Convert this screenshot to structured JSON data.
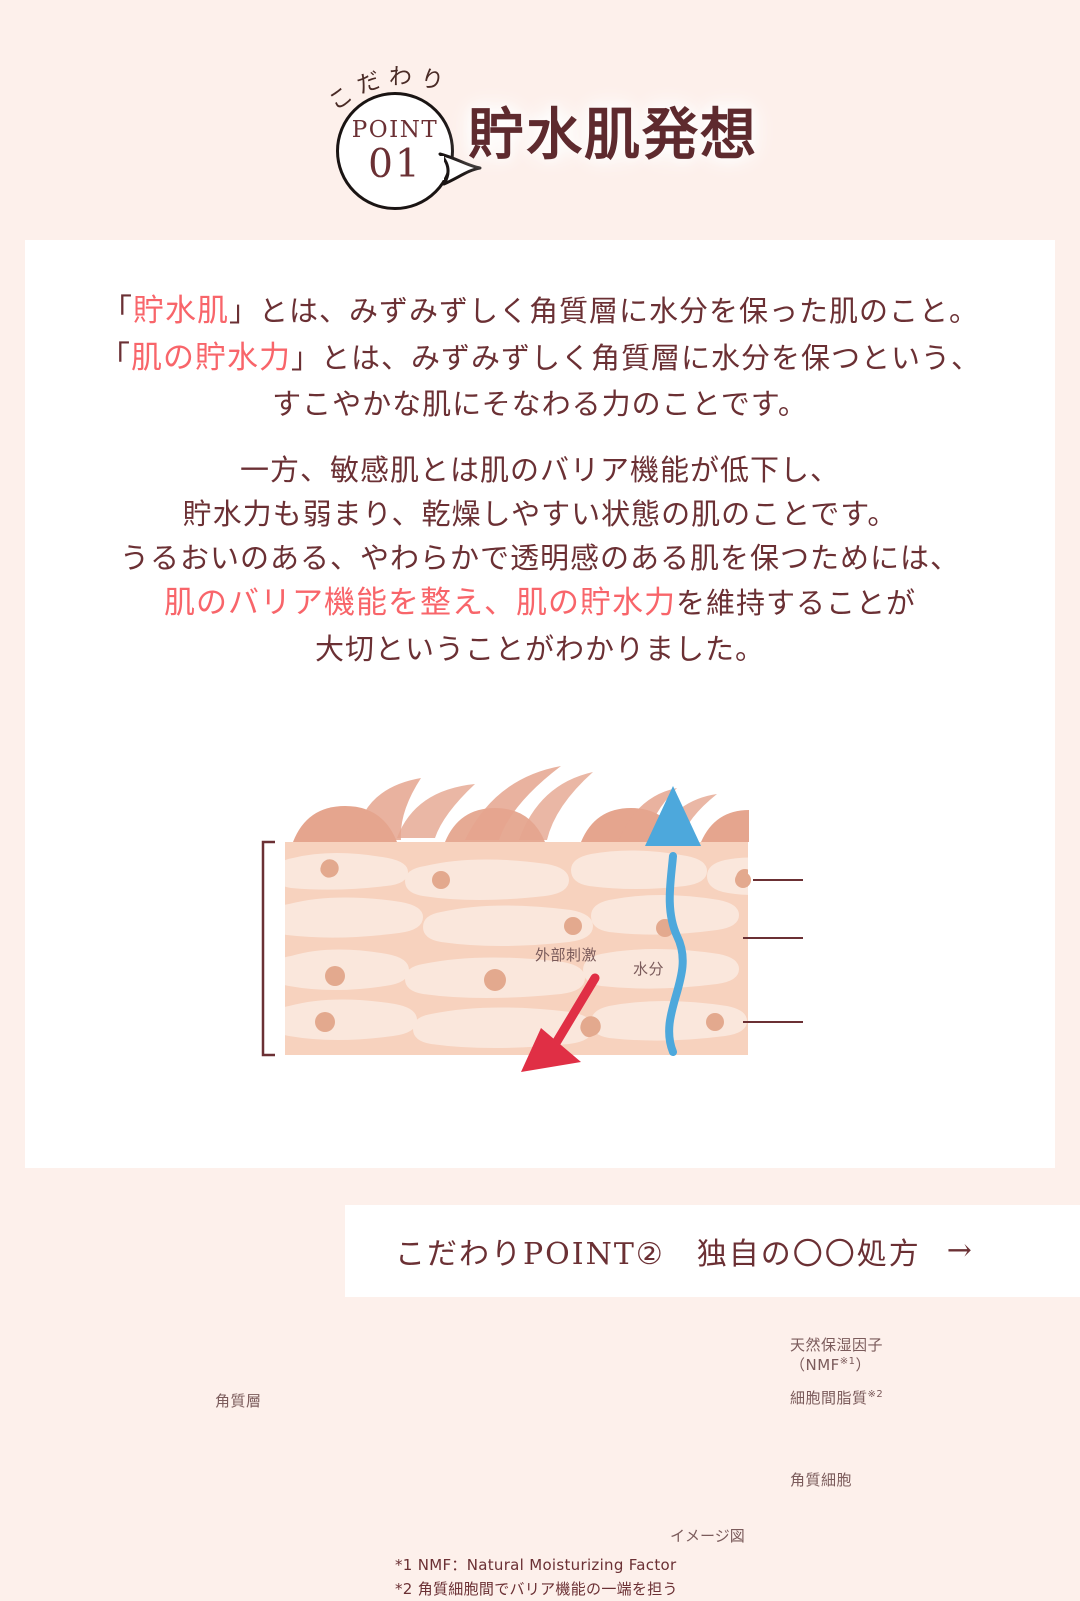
{
  "header": {
    "kodawari_label": "こだわり",
    "badge_point": "POINT",
    "badge_number": "01",
    "title": "貯水肌発想"
  },
  "colors": {
    "page_background": "#FDF0EB",
    "card_background": "#FFFFFF",
    "text_maroon": "#6B3034",
    "title_maroon": "#5E2A2E",
    "accent_pink": "#F8656A",
    "label_gray": "#7B5B5B",
    "skin_base": "#F7D2BE",
    "cell_fill": "#FAE7DC",
    "nmf_dot": "#E3A98E",
    "surface_bump": "#E5A58E",
    "water_arrow_blue": "#4DA8DC",
    "stimulus_arrow_red": "#E02F45"
  },
  "body": {
    "paragraph1": {
      "line1_pre": "「",
      "line1_hl": "貯水肌",
      "line1_post": "」とは、みずみずしく角質層に水分を保った肌のこと。",
      "line2_pre": "「",
      "line2_hl": "肌の貯水力",
      "line2_post": "」とは、みずみずしく角質層に水分を保つという、",
      "line3": "すこやかな肌にそなわる力のことです。"
    },
    "paragraph2": {
      "line1": "一方、敏感肌とは肌のバリア機能が低下し、",
      "line2": "貯水力も弱まり、乾燥しやすい状態の肌のことです。",
      "line3": "うるおいのある、やわらかで透明感のある肌を保つためには、",
      "line4_hl1": "肌のバリア機能を整え、肌の貯水力",
      "line4_post": "を維持することが",
      "line5": "大切ということがわかりました。"
    }
  },
  "diagram": {
    "type": "skin-cross-section",
    "label_external_stimulus": "外部刺激",
    "label_moisture": "水分",
    "label_stratum_corneum": "角質層",
    "label_nmf_line1": "天然保湿因子",
    "label_nmf_line2_pre": "（NMF",
    "label_nmf_sup": "※1",
    "label_nmf_line2_post": "）",
    "label_intercellular_lipid": "細胞間脂質",
    "label_intercellular_lipid_sup": "※2",
    "label_corneocyte": "角質細胞",
    "image_note": "イメージ図",
    "footnote1": "*1 NMF：Natural Moisturizing Factor",
    "footnote2": "*2 角質細胞間でバリア機能の一端を担う"
  },
  "footer": {
    "next_label": "こだわりPOINT②　独自の〇〇処方",
    "arrow": "→"
  }
}
